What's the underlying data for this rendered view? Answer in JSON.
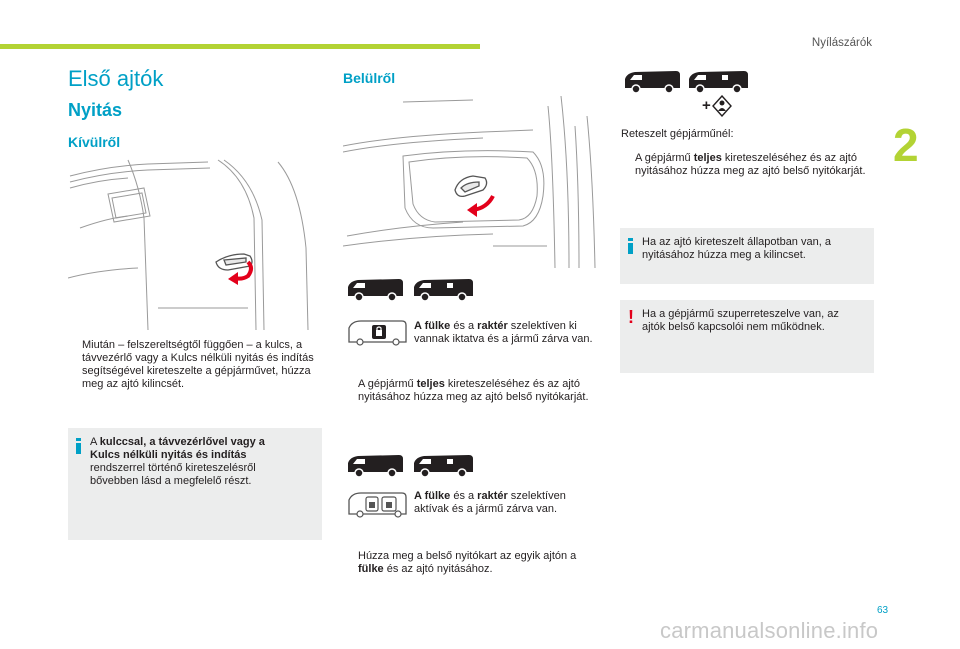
{
  "header": {
    "section": "Nyílászárók",
    "chapter": "2"
  },
  "footer": {
    "page_number": "63",
    "watermark": "carmanualsonline.info"
  },
  "left": {
    "title": "Első ajtók",
    "subtitle": "Nyitás",
    "heading": "Kívülről",
    "bullet_glyph": "",
    "bullet_text": "Miután – felszereltségtől függően – a kulcs, a távvezérlő vagy a Kulcs nélküli nyitás és indítás segítségével kireteszelte a gépjárművet, húzza meg az ajtó kilincsét.",
    "info": {
      "a": "A ",
      "bold": "kulccsal, a távvezérlővel vagy a Kulcs nélküli nyitás és indítás",
      "rest": " rendszerrel történő kireteszelésről bővebben lásd a megfelelő részt."
    }
  },
  "middle": {
    "heading": "Belülről",
    "note1": {
      "b1": "A fülke",
      "t1": " és a ",
      "b2": "raktér",
      "t2": " szelektíven ki vannak iktatva és a jármű zárva van."
    },
    "bullet1": {
      "t1": "A gépjármű ",
      "b1": "teljes",
      "t2": " kireteszeléséhez és az ajtó nyitásához húzza meg az ajtó belső nyitókarját."
    },
    "note2": {
      "b1": "A fülke",
      "t1": " és a ",
      "b2": "raktér",
      "t2": " szelektíven aktívak és a jármű zárva van."
    },
    "bullet2": {
      "t1": "Húzza meg a belső nyitókart az egyik ajtón a ",
      "b1": "fülke",
      "t2": " és az ajtó nyitásához."
    }
  },
  "right": {
    "plus_sign": "+",
    "caption": "Reteszelt gépjárműnél:",
    "bullet": {
      "t1": "A gépjármű ",
      "b1": "teljes",
      "t2": " kireteszeléséhez és az ajtó nyitásához húzza meg az ajtó belső nyitókarját."
    },
    "info": "Ha az ajtó kireteszelt állapotban van, a nyitásához húzza meg a kilincset.",
    "warning_glyph": "!",
    "warning": "Ha a gépjármű szuperreteszelve van, az ajtók belső kapcsolói nem működnek."
  },
  "colors": {
    "accent": "#00a0c6",
    "green": "#b3d334",
    "warning": "#e3001b",
    "box": "#eceded"
  },
  "icons": [
    "door-handle-illustration",
    "van-icon",
    "lock-icon",
    "child-lock-icon",
    "info-icon",
    "warning-icon"
  ]
}
